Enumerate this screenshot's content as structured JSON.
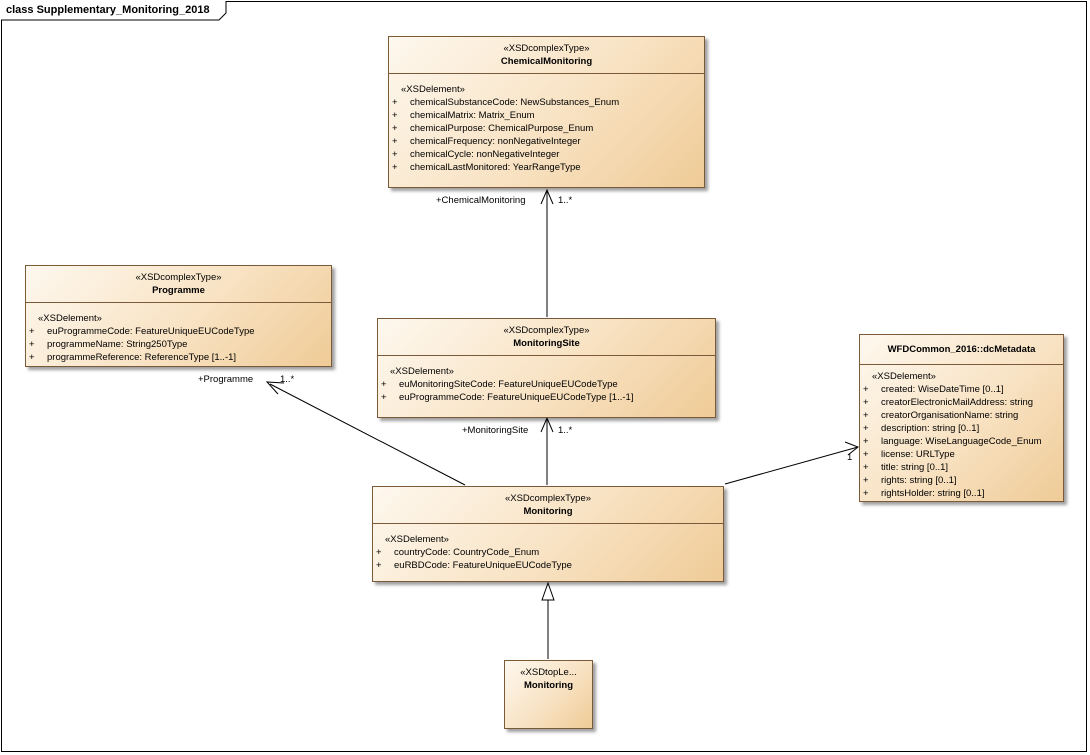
{
  "frame": {
    "title": "class Supplementary_Monitoring_2018"
  },
  "classes": {
    "chemical_monitoring": {
      "stereotype": "«XSDcomplexType»",
      "name": "ChemicalMonitoring",
      "section": "«XSDelement»",
      "attributes": [
        {
          "visibility": "+",
          "text": "chemicalSubstanceCode: NewSubstances_Enum"
        },
        {
          "visibility": "+",
          "text": "chemicalMatrix: Matrix_Enum"
        },
        {
          "visibility": "+",
          "text": "chemicalPurpose: ChemicalPurpose_Enum"
        },
        {
          "visibility": "+",
          "text": "chemicalFrequency: nonNegativeInteger"
        },
        {
          "visibility": "+",
          "text": "chemicalCycle: nonNegativeInteger"
        },
        {
          "visibility": "+",
          "text": "chemicalLastMonitored: YearRangeType"
        }
      ]
    },
    "programme": {
      "stereotype": "«XSDcomplexType»",
      "name": "Programme",
      "section": "«XSDelement»",
      "attributes": [
        {
          "visibility": "+",
          "text": "euProgrammeCode: FeatureUniqueEUCodeType"
        },
        {
          "visibility": "+",
          "text": "programmeName: String250Type"
        },
        {
          "visibility": "+",
          "text": "programmeReference: ReferenceType [1..-1]"
        }
      ]
    },
    "monitoring_site": {
      "stereotype": "«XSDcomplexType»",
      "name": "MonitoringSite",
      "section": "«XSDelement»",
      "attributes": [
        {
          "visibility": "+",
          "text": "euMonitoringSiteCode: FeatureUniqueEUCodeType"
        },
        {
          "visibility": "+",
          "text": "euProgrammeCode: FeatureUniqueEUCodeType [1..-1]"
        }
      ]
    },
    "dc_metadata": {
      "name": "WFDCommon_2016::dcMetadata",
      "section": "«XSDelement»",
      "attributes": [
        {
          "visibility": "+",
          "text": "created: WiseDateTime [0..1]"
        },
        {
          "visibility": "+",
          "text": "creatorElectronicMailAddress: string"
        },
        {
          "visibility": "+",
          "text": "creatorOrganisationName: string"
        },
        {
          "visibility": "+",
          "text": "description: string [0..1]"
        },
        {
          "visibility": "+",
          "text": "language: WiseLanguageCode_Enum"
        },
        {
          "visibility": "+",
          "text": "license: URLType"
        },
        {
          "visibility": "+",
          "text": "title: string [0..1]"
        },
        {
          "visibility": "+",
          "text": "rights: string [0..1]"
        },
        {
          "visibility": "+",
          "text": "rightsHolder: string [0..1]"
        }
      ]
    },
    "monitoring": {
      "stereotype": "«XSDcomplexType»",
      "name": "Monitoring",
      "section": "«XSDelement»",
      "attributes": [
        {
          "visibility": "+",
          "text": "countryCode: CountryCode_Enum"
        },
        {
          "visibility": "+",
          "text": "euRBDCode: FeatureUniqueEUCodeType"
        }
      ]
    },
    "monitoring_top": {
      "stereotype": "«XSDtopLe...",
      "name": "Monitoring"
    }
  },
  "connectors": {
    "chemical": {
      "role": "+ChemicalMonitoring",
      "multiplicity": "1..*"
    },
    "programme": {
      "role": "+Programme",
      "multiplicity": "1..*"
    },
    "site": {
      "role": "+MonitoringSite",
      "multiplicity": "1..*"
    },
    "metadata": {
      "multiplicity": "1"
    }
  },
  "colors": {
    "border": "#7a5a38",
    "fill_light": "#fef8ef",
    "fill_dark": "#efcb97",
    "line": "#000000"
  }
}
